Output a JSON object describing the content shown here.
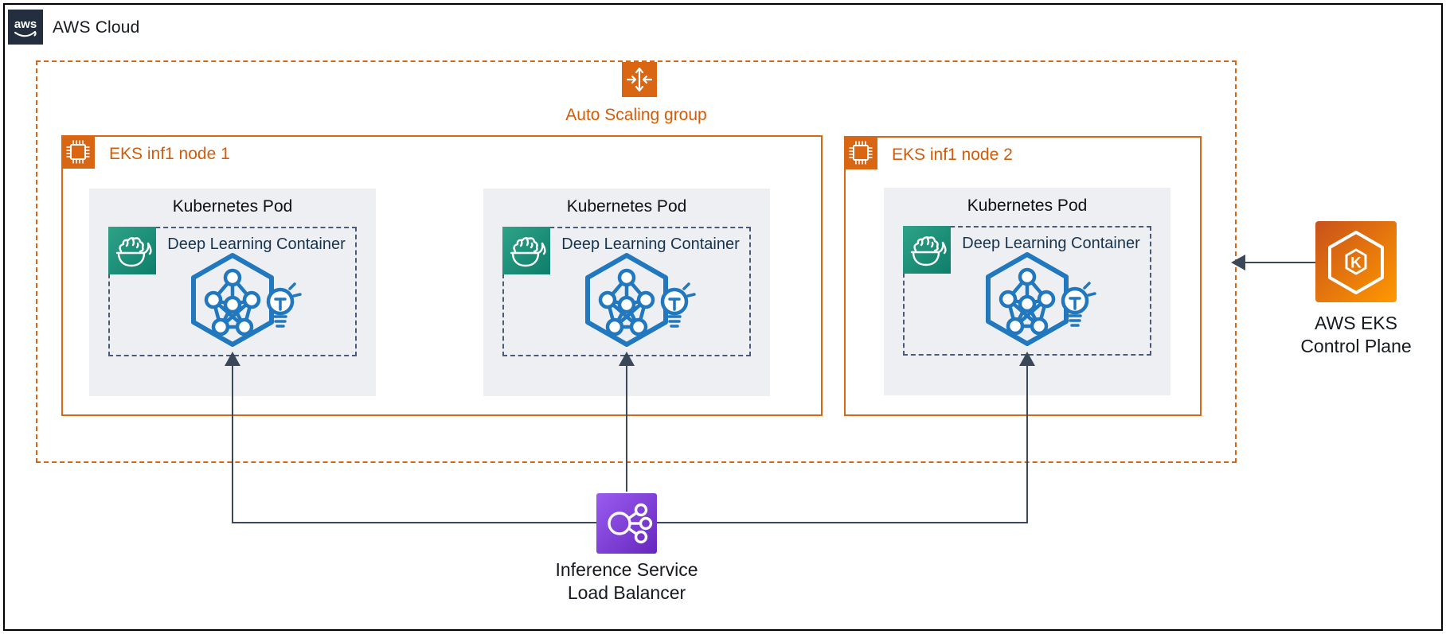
{
  "header": {
    "logo_text": "aws",
    "title": "AWS Cloud"
  },
  "auto_scaling_group": {
    "label": "Auto Scaling group"
  },
  "nodes": [
    {
      "label": "EKS inf1 node 1"
    },
    {
      "label": "EKS inf1 node 2"
    }
  ],
  "pods": [
    {
      "title": "Kubernetes Pod",
      "container_label": "Deep Learning Container"
    },
    {
      "title": "Kubernetes Pod",
      "container_label": "Deep Learning Container"
    },
    {
      "title": "Kubernetes Pod",
      "container_label": "Deep Learning Container"
    }
  ],
  "load_balancer": {
    "label_line1": "Inference Service",
    "label_line2": "Load Balancer"
  },
  "control_plane": {
    "icon_letter": "K",
    "label_line1": "AWS EKS",
    "label_line2": "Control Plane"
  },
  "colors": {
    "orange_border": "#D86613",
    "orange_text": "#D45B07",
    "slate_line": "#3B4859",
    "pod_background": "#EDEFF2",
    "container_text": "#17344F",
    "container_dash": "#4C5B75",
    "network_blue": "#2178BF",
    "teal_gradient_start": "#2EA387",
    "teal_gradient_end": "#0E7E6B",
    "purple_gradient_start": "#9A5CF0",
    "purple_gradient_end": "#6527BD",
    "eks_gradient_start": "#C8511B",
    "eks_gradient_end": "#FF9900",
    "logo_background": "#232F3E"
  }
}
